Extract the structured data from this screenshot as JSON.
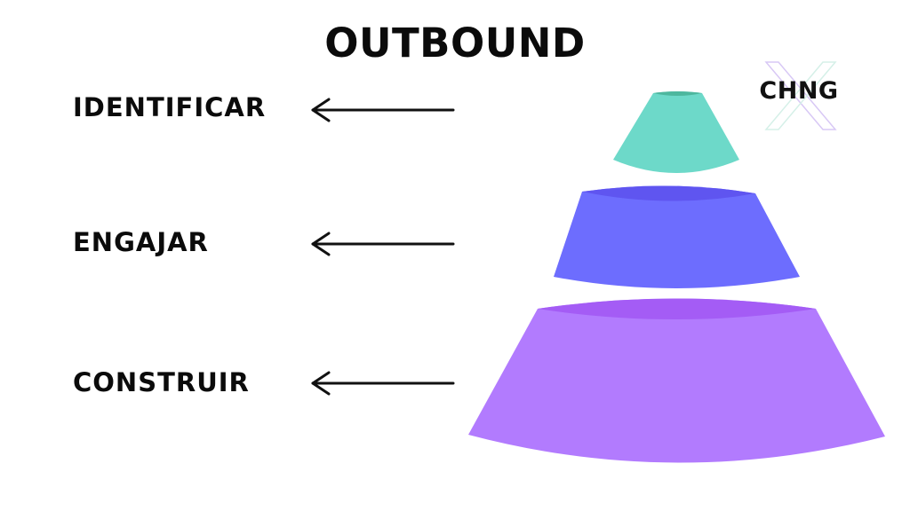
{
  "title": "OUTBOUND",
  "stages": [
    {
      "label": "IDENTIFICAR",
      "color": "#6DD9C9"
    },
    {
      "label": "ENGAJAR",
      "color": "#6D6DFE"
    },
    {
      "label": "CONSTRUIR",
      "color": "#B27BFE"
    }
  ],
  "logo": {
    "text": "CHNG",
    "accent": "#D8C8F5"
  },
  "icons": [
    "arrow-left-icon",
    "logo-x-mark"
  ]
}
